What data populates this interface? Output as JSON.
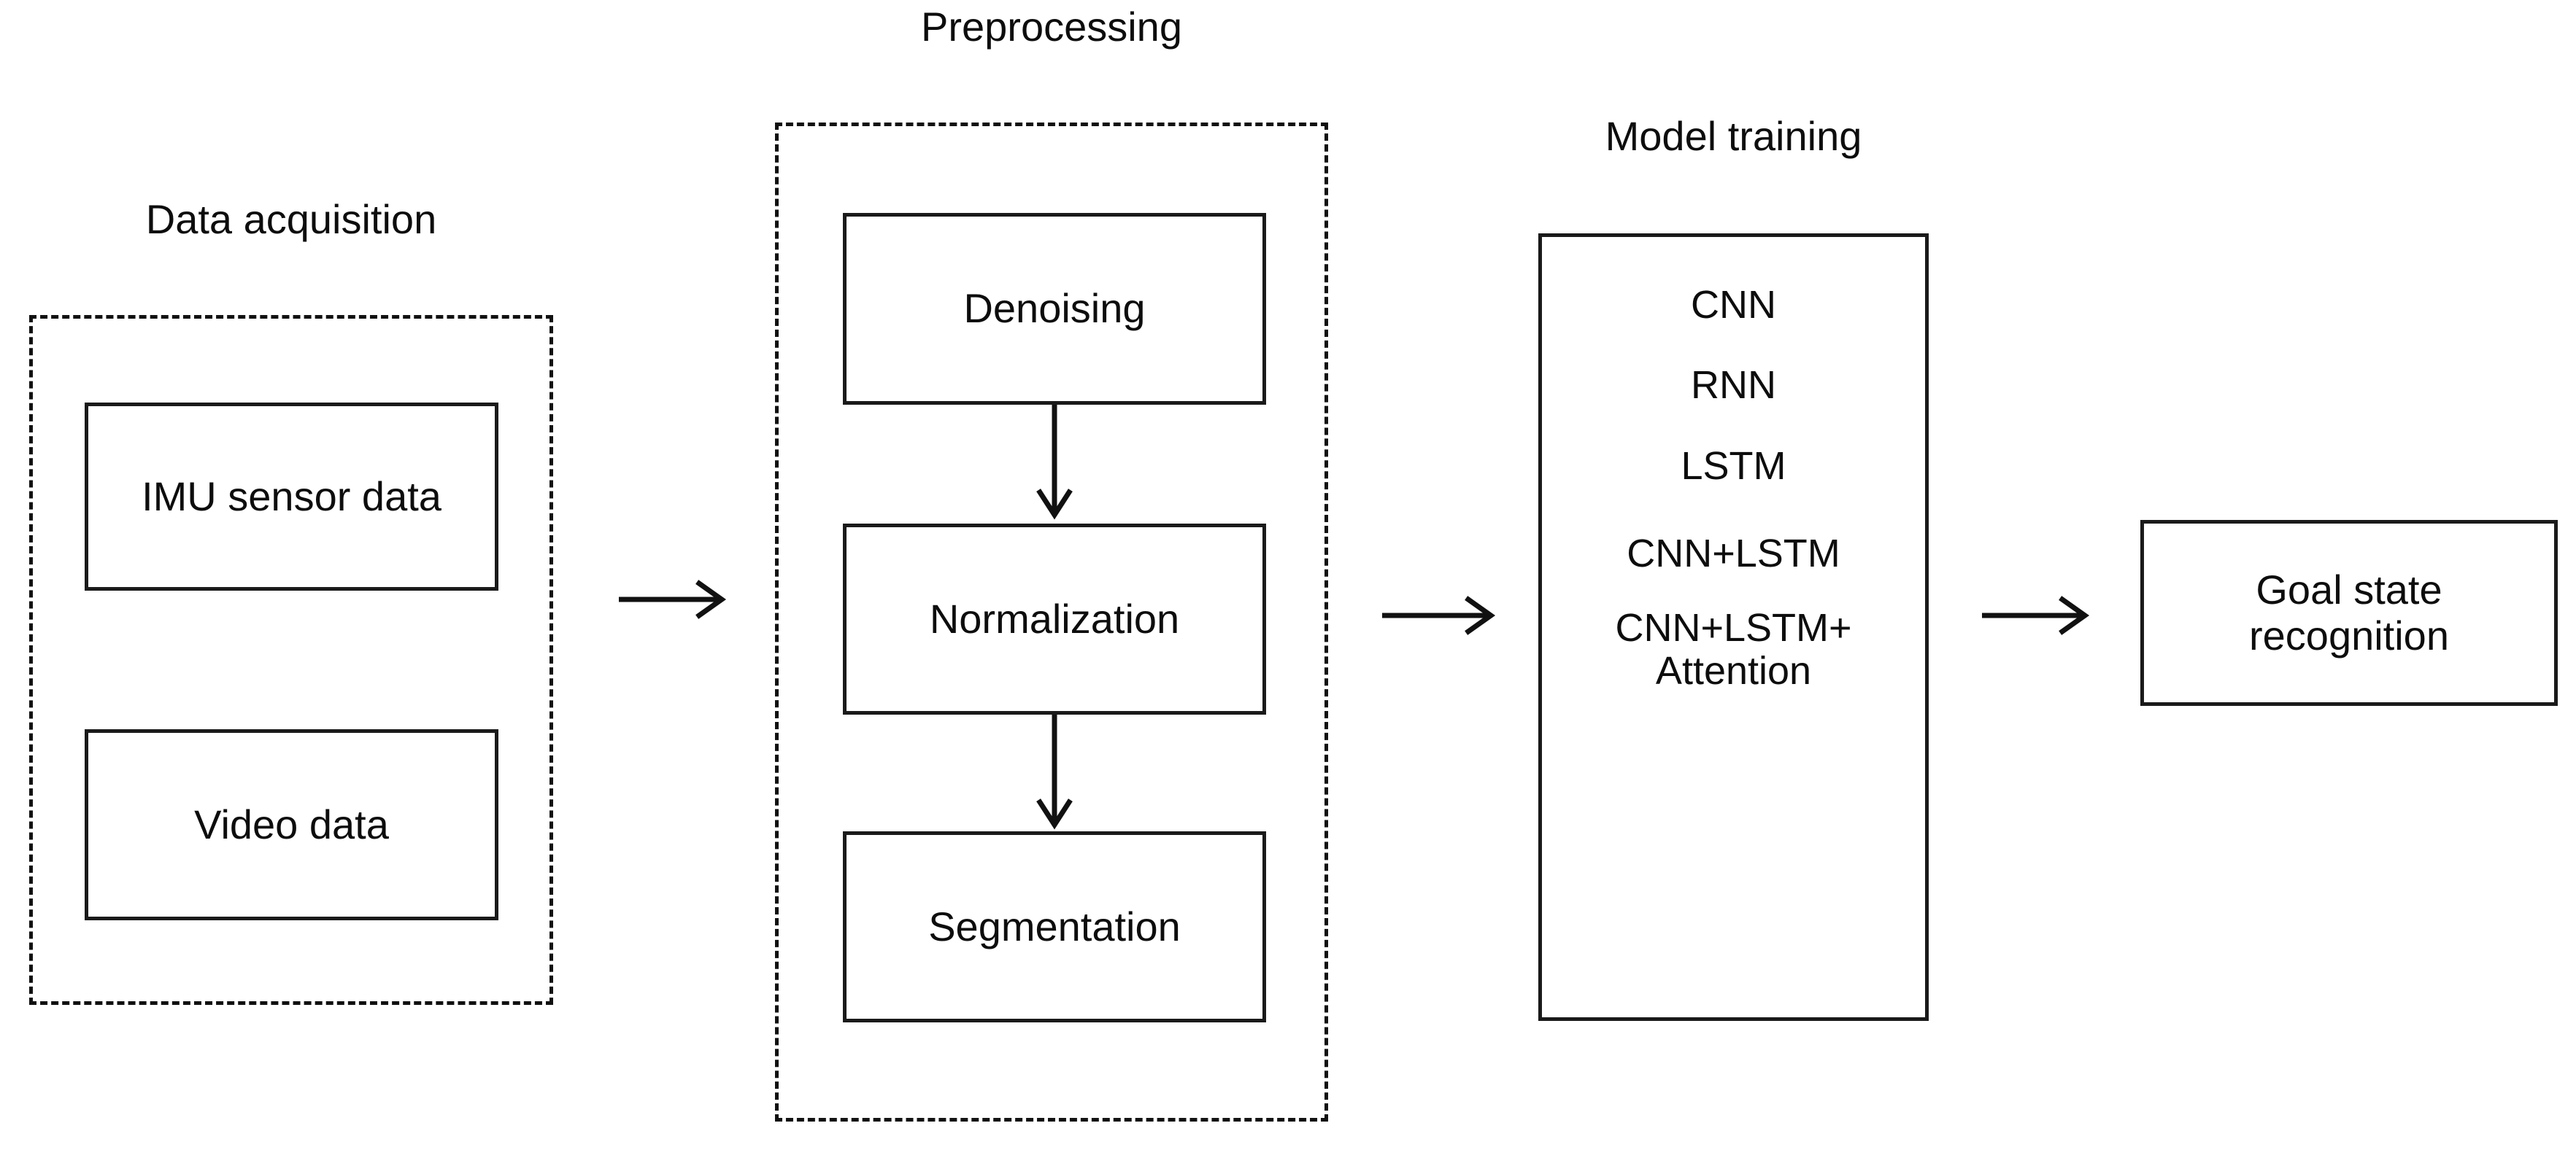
{
  "diagram": {
    "title_visible": false,
    "background_color": "#ffffff",
    "line_color": "#111111",
    "text_color": "#0d0d0d"
  },
  "stages": {
    "data_acquisition": {
      "label": "Data acquisition",
      "border_style": "dashed",
      "items": [
        {
          "label": "IMU sensor data"
        },
        {
          "label": "Video data"
        }
      ]
    },
    "preprocessing": {
      "label": "Preprocessing",
      "border_style": "dashed",
      "items": [
        {
          "label": "Denoising"
        },
        {
          "label": "Normalization"
        },
        {
          "label": "Segmentation"
        }
      ]
    },
    "model_training": {
      "label": "Model training",
      "border_style": "solid",
      "items": [
        {
          "label": "CNN"
        },
        {
          "label": "RNN"
        },
        {
          "label": "LSTM"
        },
        {
          "label": "CNN+LSTM"
        },
        {
          "label": "CNN+LSTM+\nAttention"
        }
      ]
    },
    "output": {
      "label": "Goal state\nrecognition",
      "border_style": "solid"
    }
  },
  "connectors": {
    "acquisition_to_preprocessing": {
      "direction": "right",
      "icon": "arrow-right-icon"
    },
    "preprocessing_to_training": {
      "direction": "right",
      "icon": "arrow-right-icon"
    },
    "training_to_output": {
      "direction": "right",
      "icon": "arrow-right-icon"
    },
    "denoising_to_normalization": {
      "direction": "down",
      "icon": "arrow-down-icon"
    },
    "normalization_to_segmentation": {
      "direction": "down",
      "icon": "arrow-down-icon"
    }
  }
}
